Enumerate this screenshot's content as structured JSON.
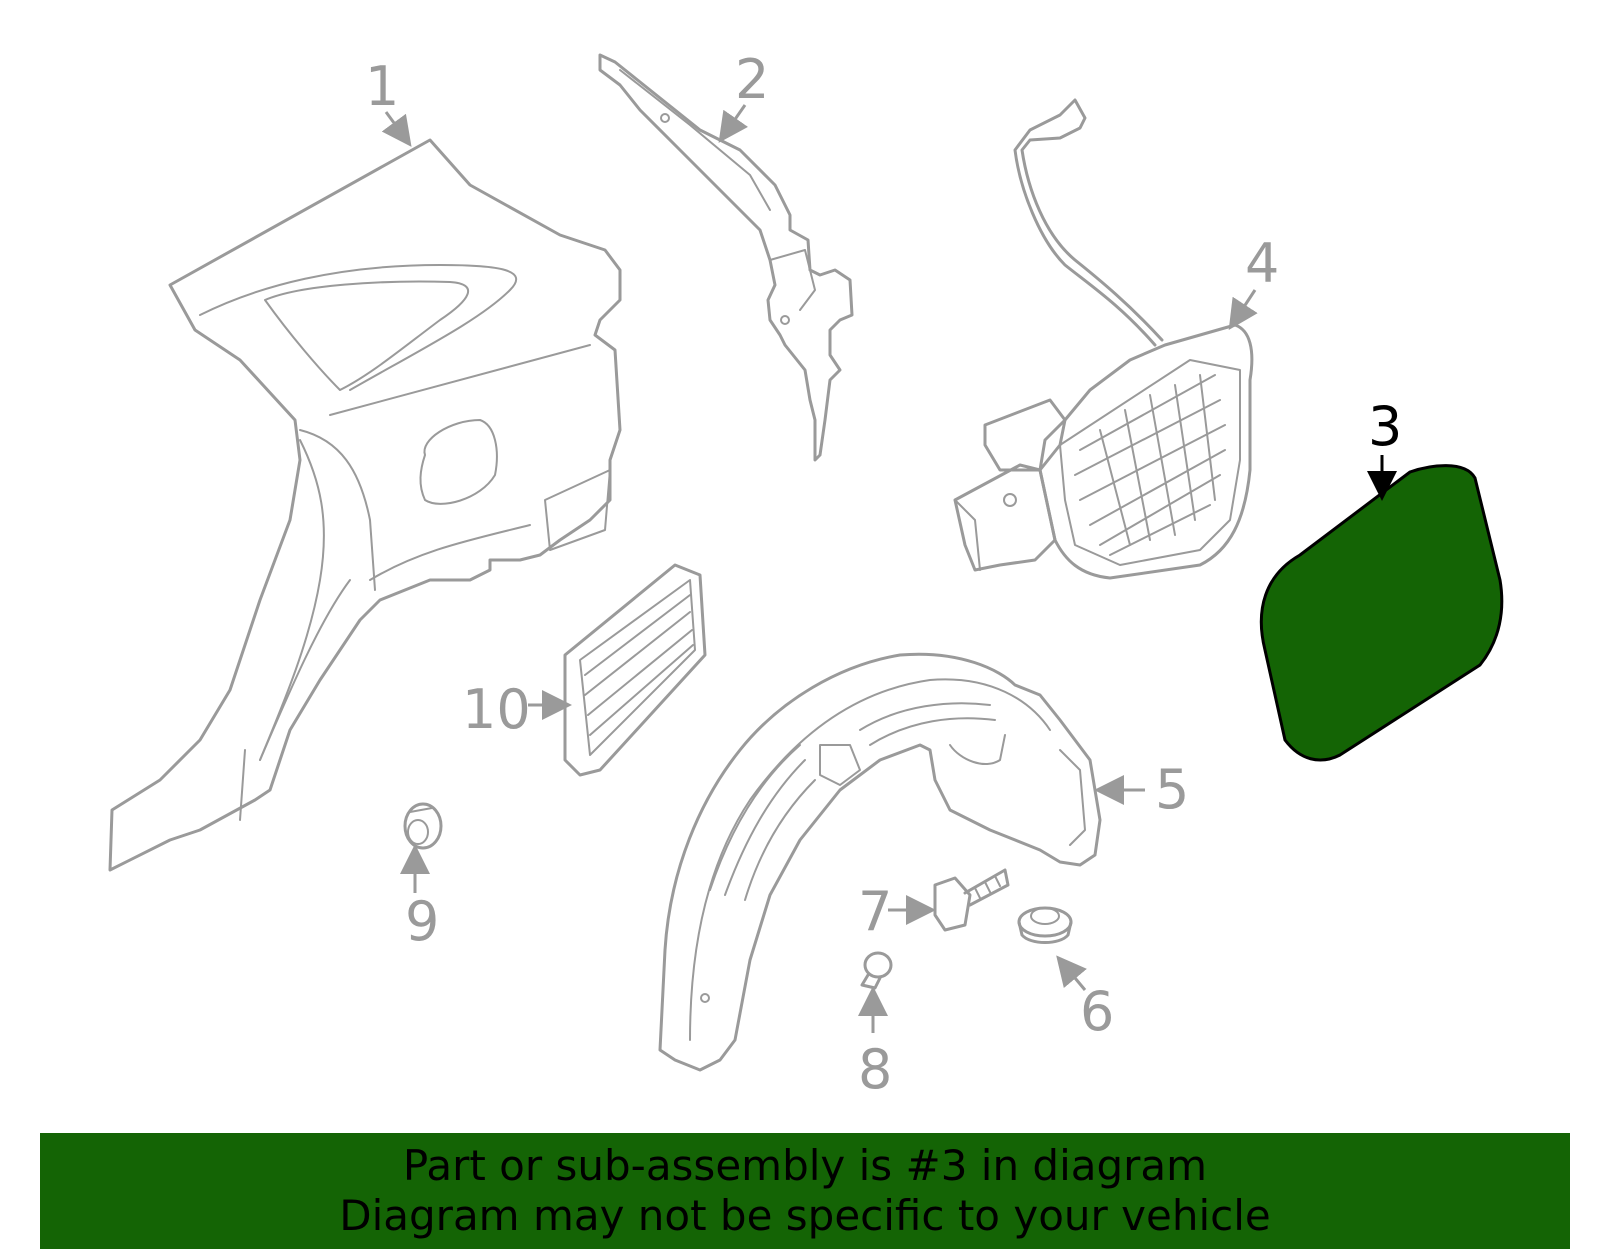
{
  "diagram": {
    "highlight_color": "#146405",
    "callouts": [
      {
        "id": "1",
        "label": "1"
      },
      {
        "id": "2",
        "label": "2"
      },
      {
        "id": "3",
        "label": "3",
        "highlighted": true
      },
      {
        "id": "4",
        "label": "4"
      },
      {
        "id": "5",
        "label": "5"
      },
      {
        "id": "6",
        "label": "6"
      },
      {
        "id": "7",
        "label": "7"
      },
      {
        "id": "8",
        "label": "8"
      },
      {
        "id": "9",
        "label": "9"
      },
      {
        "id": "10",
        "label": "10"
      }
    ]
  },
  "banner": {
    "line1": "Part or sub-assembly is #3 in diagram",
    "line2": "Diagram may not be specific to your vehicle",
    "background": "#146405"
  }
}
